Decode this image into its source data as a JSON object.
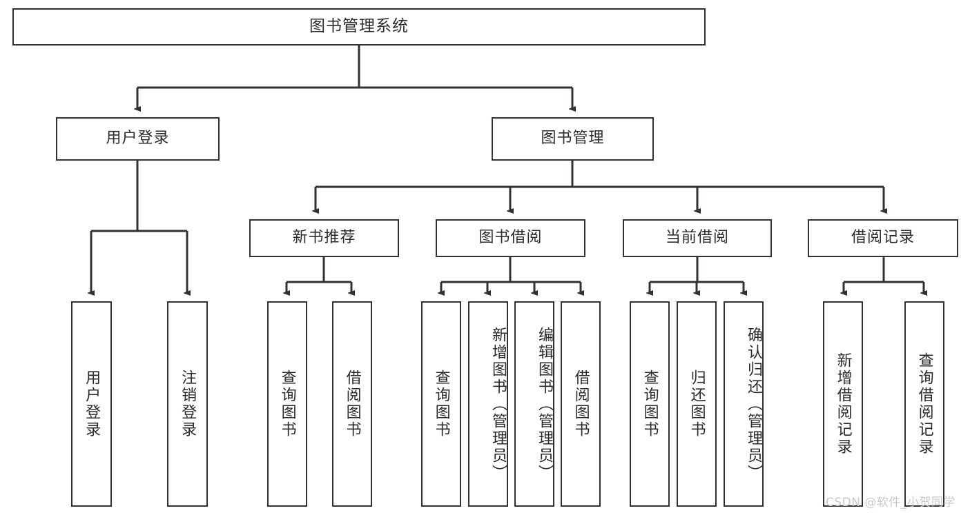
{
  "diagram": {
    "title": "图书管理系统",
    "type": "hierarchy-tree",
    "root": {
      "label": "图书管理系统"
    },
    "level2": [
      {
        "label": "用户登录"
      },
      {
        "label": "图书管理"
      }
    ],
    "level3": [
      {
        "label": "新书推荐"
      },
      {
        "label": "图书借阅"
      },
      {
        "label": "当前借阅"
      },
      {
        "label": "借阅记录"
      }
    ],
    "leaves": [
      {
        "label": "用户登录",
        "parent": "用户登录"
      },
      {
        "label": "注销登录",
        "parent": "用户登录"
      },
      {
        "label": "查询图书",
        "parent": "新书推荐"
      },
      {
        "label": "借阅图书",
        "parent": "新书推荐"
      },
      {
        "label": "查询图书",
        "parent": "图书借阅"
      },
      {
        "label": "新增图书（管理员）",
        "parent": "图书借阅"
      },
      {
        "label": "编辑图书（管理员）",
        "parent": "图书借阅"
      },
      {
        "label": "借阅图书",
        "parent": "图书借阅"
      },
      {
        "label": "查询图书",
        "parent": "当前借阅"
      },
      {
        "label": "归还图书",
        "parent": "当前借阅"
      },
      {
        "label": "确认归还（管理员）",
        "parent": "当前借阅"
      },
      {
        "label": "新增借阅记录",
        "parent": "借阅记录"
      },
      {
        "label": "查询借阅记录",
        "parent": "借阅记录"
      }
    ]
  },
  "watermark": {
    "text": "CSDN @软件_小贺同学"
  },
  "colors": {
    "stroke": "#33302f",
    "text": "#2b2b2b",
    "background": "#ffffff",
    "watermark": "#c9c9c9"
  }
}
